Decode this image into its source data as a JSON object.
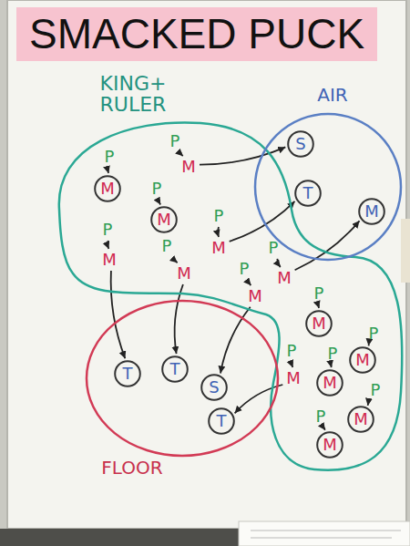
{
  "diagram": {
    "title": "SMACKED PUCK",
    "nodes": [
      {
        "text": [
          "KING+ RULER"
        ]
      },
      {
        "text": [
          "AIR"
        ]
      },
      {
        "text": [
          "FLOOR"
        ]
      },
      {
        "text": [
          "P"
        ],
        "in": 0
      },
      {
        "text": [
          "M"
        ],
        "in": 0
      },
      {
        "text": [
          "P"
        ],
        "in": 0
      },
      {
        "text": [
          "M"
        ],
        "in": 0
      },
      {
        "text": [
          "P"
        ],
        "in": 0
      },
      {
        "text": [
          "M"
        ],
        "in": 0
      },
      {
        "text": [
          "P"
        ],
        "in": 0
      },
      {
        "text": [
          "M"
        ],
        "in": 0
      },
      {
        "text": [
          "P"
        ],
        "in": 0
      },
      {
        "text": [
          "M"
        ],
        "in": 0
      },
      {
        "text": [
          "P"
        ],
        "in": 0
      },
      {
        "text": [
          "M"
        ],
        "in": 0
      },
      {
        "text": [
          "P"
        ],
        "in": 0
      },
      {
        "text": [
          "M"
        ],
        "in": 0
      },
      {
        "text": [
          "P"
        ],
        "in": 0
      },
      {
        "text": [
          "M"
        ],
        "in": 0
      },
      {
        "text": [
          "P"
        ],
        "in": 0
      },
      {
        "text": [
          "M"
        ],
        "in": 0
      },
      {
        "text": [
          "P"
        ],
        "in": 0
      },
      {
        "text": [
          "M"
        ],
        "in": 0
      },
      {
        "text": [
          "P"
        ],
        "in": 0
      },
      {
        "text": [
          "M"
        ],
        "in": 0
      },
      {
        "text": [
          "P"
        ],
        "in": 0
      },
      {
        "text": [
          "M"
        ],
        "in": 0
      },
      {
        "text": [
          "P"
        ],
        "in": 0
      },
      {
        "text": [
          "M"
        ],
        "in": 0
      },
      {
        "text": [
          "P"
        ],
        "in": 0
      },
      {
        "text": [
          "M"
        ],
        "in": 0
      },
      {
        "text": [
          "S"
        ],
        "in": 1
      },
      {
        "text": [
          "T"
        ],
        "in": 1
      },
      {
        "text": [
          "M"
        ],
        "in": 1
      },
      {
        "text": [
          "T"
        ],
        "in": 2
      },
      {
        "text": [
          "T"
        ],
        "in": 2
      },
      {
        "text": [
          "S"
        ],
        "in": 2
      },
      {
        "text": [
          "T"
        ],
        "in": 2
      }
    ],
    "edges": [
      {
        "from": 3,
        "to": 4,
        "arrow": "to"
      },
      {
        "from": 5,
        "to": 6,
        "arrow": "to"
      },
      {
        "from": 6,
        "to": 31,
        "arrow": "to"
      },
      {
        "from": 7,
        "to": 8,
        "arrow": "to"
      },
      {
        "from": 9,
        "to": 10,
        "arrow": "to"
      },
      {
        "from": 10,
        "to": 34,
        "arrow": "to"
      },
      {
        "from": 11,
        "to": 12,
        "arrow": "to"
      },
      {
        "from": 12,
        "to": 32,
        "arrow": "to"
      },
      {
        "from": 13,
        "to": 14,
        "arrow": "to"
      },
      {
        "from": 14,
        "to": 35,
        "arrow": "to"
      },
      {
        "from": 15,
        "to": 16,
        "arrow": "to"
      },
      {
        "from": 16,
        "to": 36,
        "arrow": "to"
      },
      {
        "from": 17,
        "to": 18,
        "arrow": "to"
      },
      {
        "from": 18,
        "to": 33,
        "arrow": "to"
      },
      {
        "from": 19,
        "to": 20,
        "arrow": "to"
      },
      {
        "from": 21,
        "to": 22,
        "arrow": "to"
      },
      {
        "from": 22,
        "to": 37,
        "arrow": "to"
      },
      {
        "from": 23,
        "to": 24,
        "arrow": "to"
      },
      {
        "from": 25,
        "to": 26,
        "arrow": "to"
      },
      {
        "from": 27,
        "to": 28,
        "arrow": "to"
      },
      {
        "from": 29,
        "to": 30,
        "arrow": "to"
      }
    ]
  }
}
